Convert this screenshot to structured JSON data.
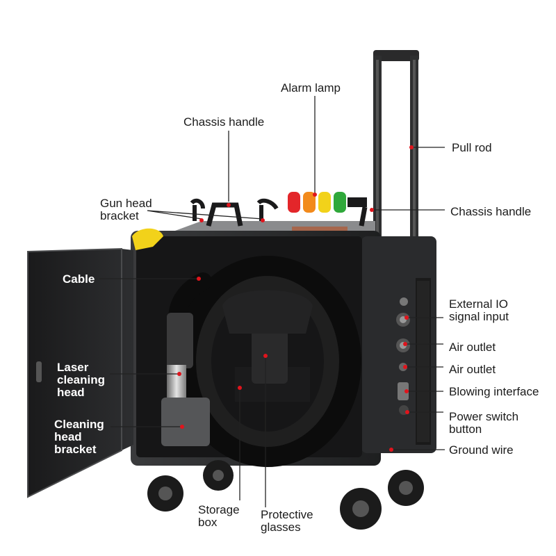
{
  "labels": {
    "alarm_lamp": "Alarm lamp",
    "chassis_handle_top": "Chassis handle",
    "pull_rod": "Pull rod",
    "gun_head_bracket": "Gun head\nbracket",
    "chassis_handle_right": "Chassis handle",
    "cable": "Cable",
    "external_io": "External IO\nsignal input",
    "air_outlet_1": "Air outlet",
    "air_outlet_2": "Air outlet",
    "laser_cleaning_head": "Laser\ncleaning\nhead",
    "blowing_interface": "Blowing interface",
    "power_switch": "Power switch\nbutton",
    "cleaning_head_bracket": "Cleaning\nhead\nbracket",
    "ground_wire": "Ground wire",
    "storage_box": "Storage\nbox",
    "protective_glasses": "Protective\nglasses"
  },
  "colors": {
    "lamp_red": "#e3262a",
    "lamp_orange": "#f28a1c",
    "lamp_yellow": "#f2d21a",
    "lamp_green": "#2fa83a",
    "marker_red": "#e0141c",
    "bracket_yellow": "#f2d21a"
  }
}
